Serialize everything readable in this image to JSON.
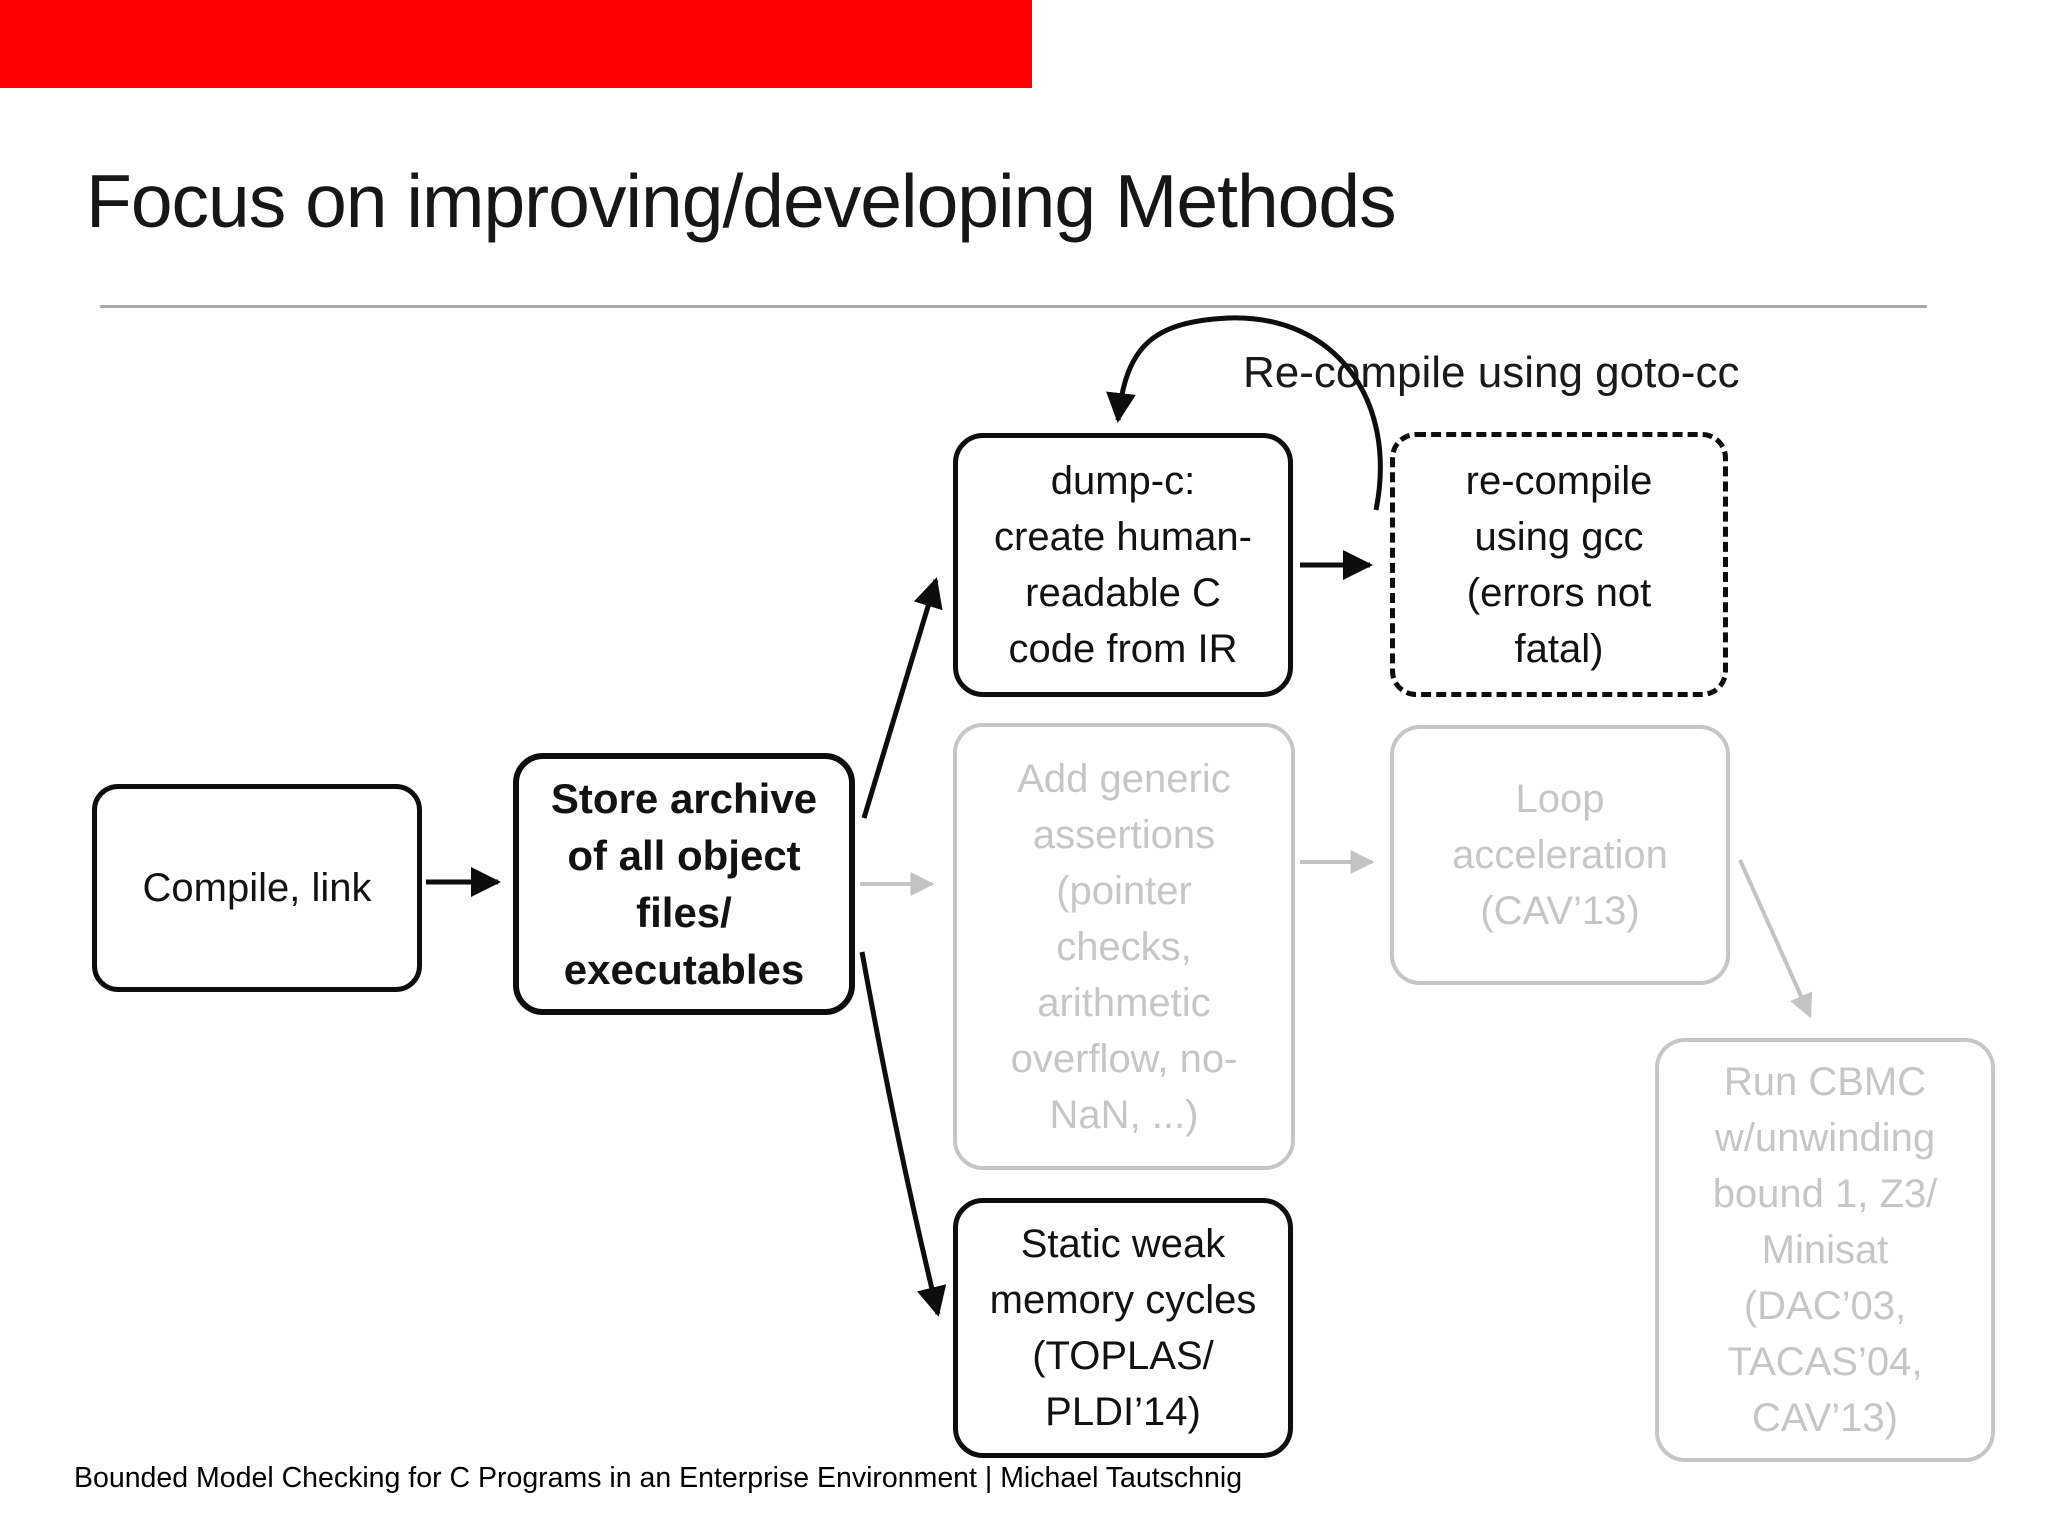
{
  "slide": {
    "title": "Focus on improving/developing Methods",
    "loop_label": "Re-compile using goto-cc",
    "footer": "Bounded Model Checking for C Programs in an Enterprise Environment  |  Michael Tautschnig"
  },
  "nodes": {
    "compile_link": {
      "text": "Compile, link",
      "emphasis": "normal"
    },
    "store_archive": {
      "text": "Store archive\nof all object\nfiles/\nexecutables",
      "emphasis": "bold"
    },
    "dump_c": {
      "text": "dump-c:\ncreate human-\nreadable C\ncode from IR",
      "emphasis": "normal"
    },
    "recompile_gcc": {
      "text": "re-compile\nusing gcc\n(errors not\nfatal)",
      "emphasis": "dashed-border"
    },
    "add_assertions": {
      "text": "Add generic\nassertions\n(pointer\nchecks,\narithmetic\noverflow, no-\nNaN, ...)",
      "emphasis": "grayed-out"
    },
    "loop_acceleration": {
      "text": "Loop\nacceleration\n(CAV’13)",
      "emphasis": "grayed-out"
    },
    "static_weak": {
      "text": "Static weak\nmemory cycles\n(TOPLAS/\nPLDI’14)",
      "emphasis": "normal"
    },
    "run_cbmc": {
      "text": "Run CBMC\nw/unwinding\nbound 1, Z3/\nMinisat\n(DAC’03,\nTACAS’04,\nCAV’13)",
      "emphasis": "grayed-out"
    }
  },
  "edges": [
    {
      "from": "compile_link",
      "to": "store_archive",
      "color": "black"
    },
    {
      "from": "store_archive",
      "to": "dump_c",
      "color": "black"
    },
    {
      "from": "store_archive",
      "to": "add_assertions",
      "color": "gray"
    },
    {
      "from": "store_archive",
      "to": "static_weak",
      "color": "black"
    },
    {
      "from": "dump_c",
      "to": "recompile_gcc",
      "color": "black"
    },
    {
      "from": "add_assertions",
      "to": "loop_acceleration",
      "color": "gray"
    },
    {
      "from": "loop_acceleration",
      "to": "run_cbmc",
      "color": "gray"
    },
    {
      "from": "dump_c",
      "to": "dump_c",
      "color": "black",
      "note": "self-loop labelled Re-compile using goto-cc"
    }
  ],
  "colors": {
    "red_banner": "#ff0000",
    "ink": "#121212",
    "gray_node": "#c6c6c6",
    "gray_arrow": "#c3c3c3",
    "divider": "#a9a9a9",
    "background": "#ffffff"
  }
}
